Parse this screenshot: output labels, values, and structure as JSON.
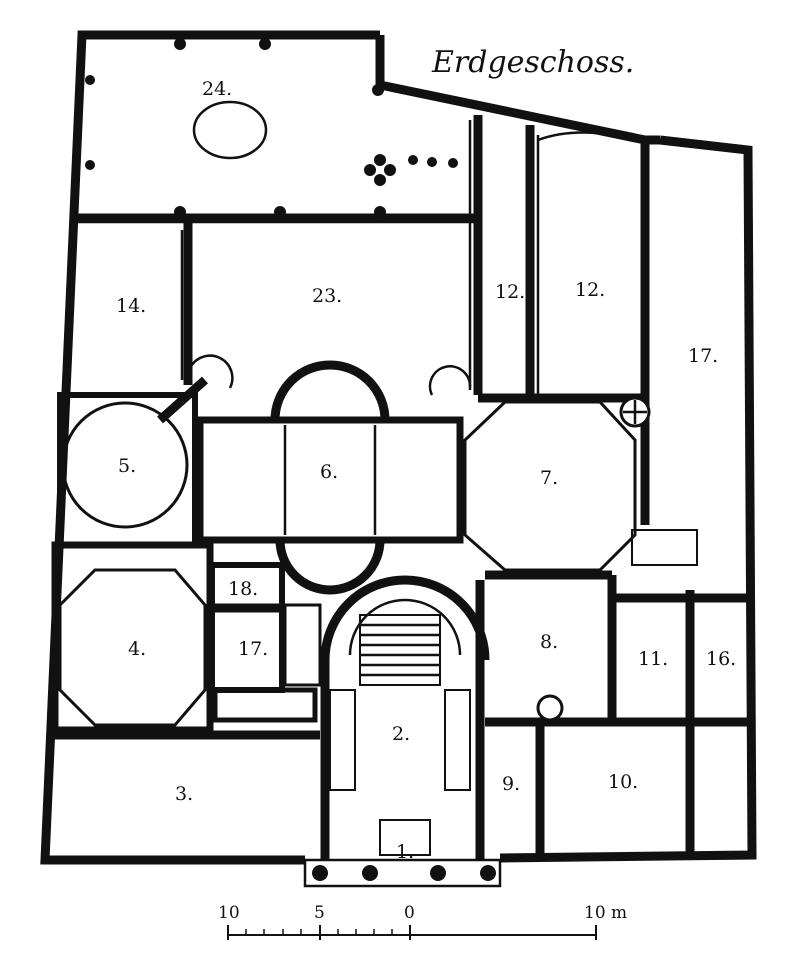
{
  "title": "Erdgeschoss.",
  "rooms": {
    "r1": "1.",
    "r2": "2.",
    "r3": "3.",
    "r4": "4.",
    "r5": "5.",
    "r6": "6.",
    "r7": "7.",
    "r8": "8.",
    "r9": "9.",
    "r10": "10.",
    "r11": "11.",
    "r12a": "12.",
    "r12b": "12.",
    "r14": "14.",
    "r16": "16.",
    "r17a": "17.",
    "r17b": "17.",
    "r18": "18.",
    "r23": "23.",
    "r24": "24."
  },
  "scale": {
    "t10": "10",
    "t5": "5",
    "t0": "0",
    "t10m": "10 m"
  }
}
